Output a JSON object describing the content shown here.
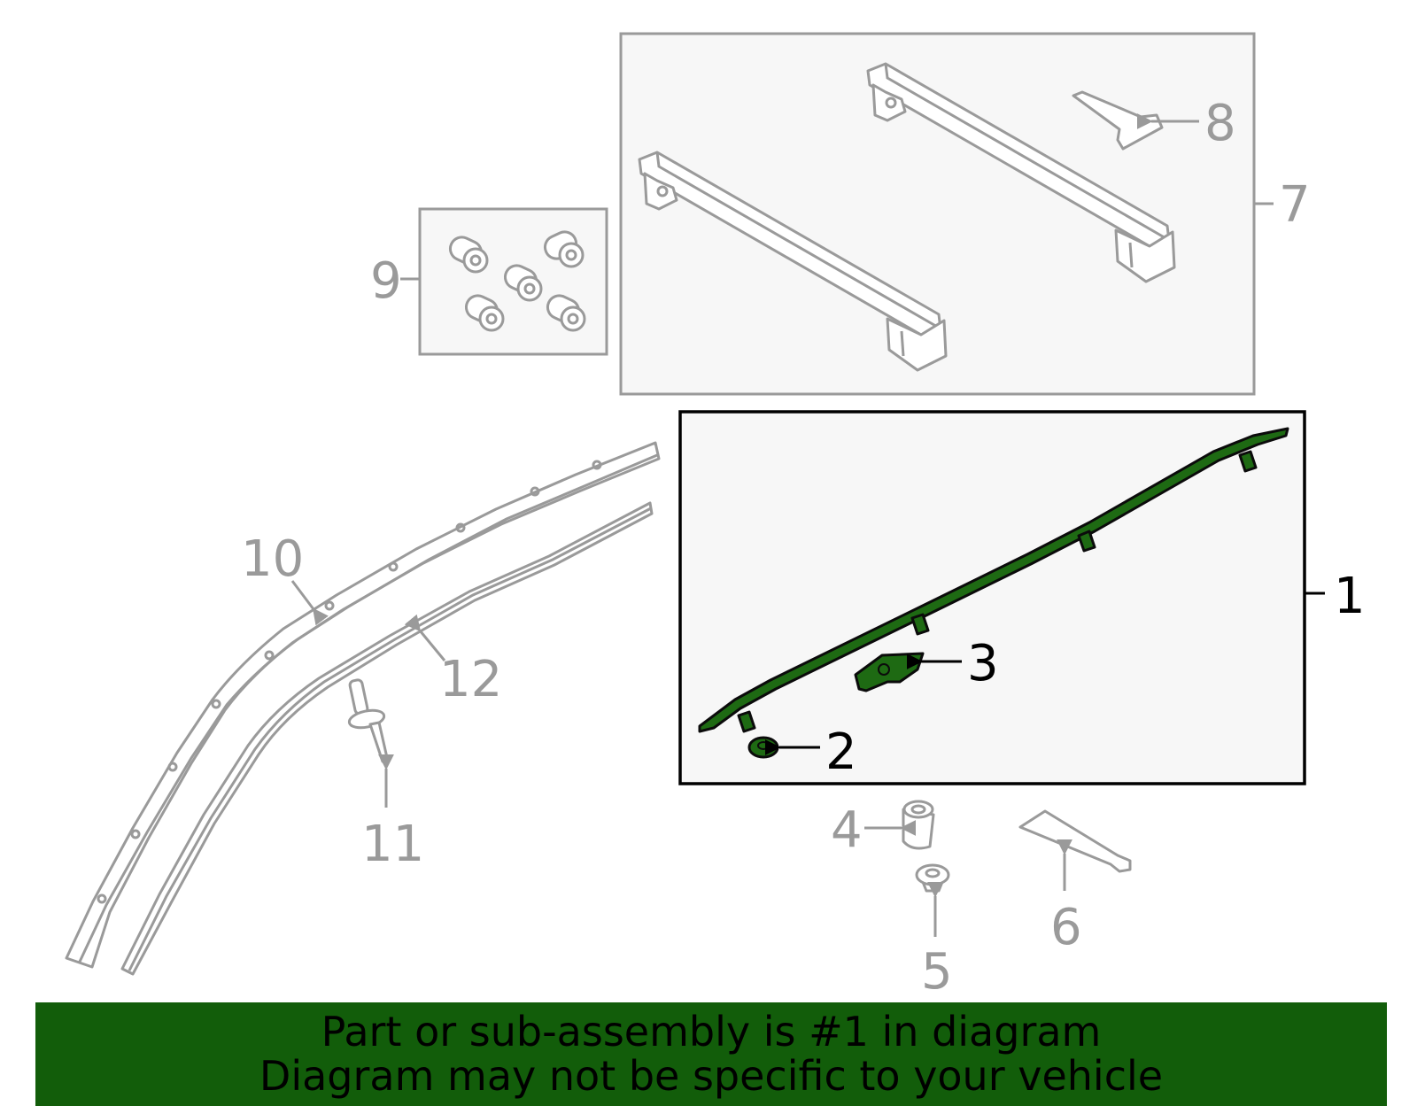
{
  "callouts": {
    "c1": "1",
    "c2": "2",
    "c3": "3",
    "c4": "4",
    "c5": "5",
    "c6": "6",
    "c7": "7",
    "c8": "8",
    "c9": "9",
    "c10": "10",
    "c11": "11",
    "c12": "12"
  },
  "banner": {
    "line1": "Part or sub-assembly is #1 in diagram",
    "line2": "Diagram may not be specific to your vehicle"
  },
  "colors": {
    "highlight": "#1e6a13",
    "banner": "#125d0a",
    "part_gray": "#9a9a9a"
  }
}
